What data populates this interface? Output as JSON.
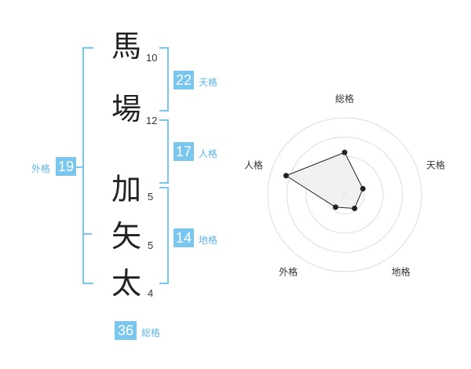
{
  "name_chars": [
    {
      "char": "馬",
      "strokes": "10"
    },
    {
      "char": "場",
      "strokes": "12"
    },
    {
      "char": "加",
      "strokes": "5"
    },
    {
      "char": "矢",
      "strokes": "5"
    },
    {
      "char": "太",
      "strokes": "4"
    }
  ],
  "kakusu": {
    "tenkaku": {
      "value": "22",
      "label": "天格"
    },
    "jinkaku": {
      "value": "17",
      "label": "人格"
    },
    "chikaku": {
      "value": "14",
      "label": "地格"
    },
    "gaikaku": {
      "value": "19",
      "label": "外格"
    },
    "soukaku": {
      "value": "36",
      "label": "総格"
    }
  },
  "chart_data": {
    "type": "radar",
    "axes": [
      "総格",
      "天格",
      "地格",
      "外格",
      "人格"
    ],
    "values": [
      0.55,
      0.25,
      0.22,
      0.2,
      0.8
    ],
    "rings": 4,
    "series_color": "#222222",
    "fill_color": "#efefef"
  }
}
